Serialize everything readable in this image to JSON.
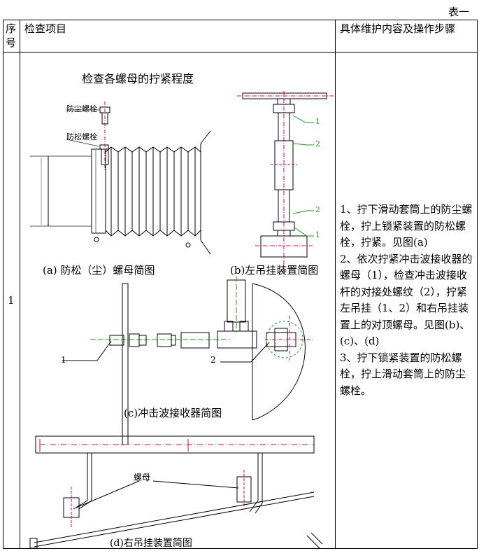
{
  "table_caption": "表一",
  "headers": {
    "seq": "序号",
    "item": "检查项目",
    "steps": "具体维护内容及操作步骤"
  },
  "row": {
    "seq": "1",
    "figure_title": "检查各螺母的拧紧程度",
    "labels": {
      "dust_bolt": "防尘螺栓",
      "lock_bolt": "防松螺栓",
      "nut": "螺母",
      "n1": "1",
      "n2": "2"
    },
    "captions": {
      "a": "(a)  防松（尘）螺母简图",
      "b": "(b)左吊挂装置简图",
      "c": "(c)冲击波接收器简图",
      "d": "(d)右吊挂装置简图"
    },
    "steps": [
      "1、拧下滑动套筒上的防尘螺栓，拧上锁紧装置的防松螺栓，拧紧。见图(a)",
      "2、依次拧紧冲击波接收器的螺母（1），检查冲击波接收杆的对接处螺纹（2），拧紧左吊挂（1、2）和右吊挂装置上的对顶螺母。见图(b)、(c)、(d)",
      "3、拧下锁紧装置的防松螺栓，拧上滑动套筒上的防尘螺栓。"
    ]
  },
  "colors": {
    "drawing": "#000000",
    "centerline": "#e0004a",
    "leader_green": "#1a9a1a"
  }
}
